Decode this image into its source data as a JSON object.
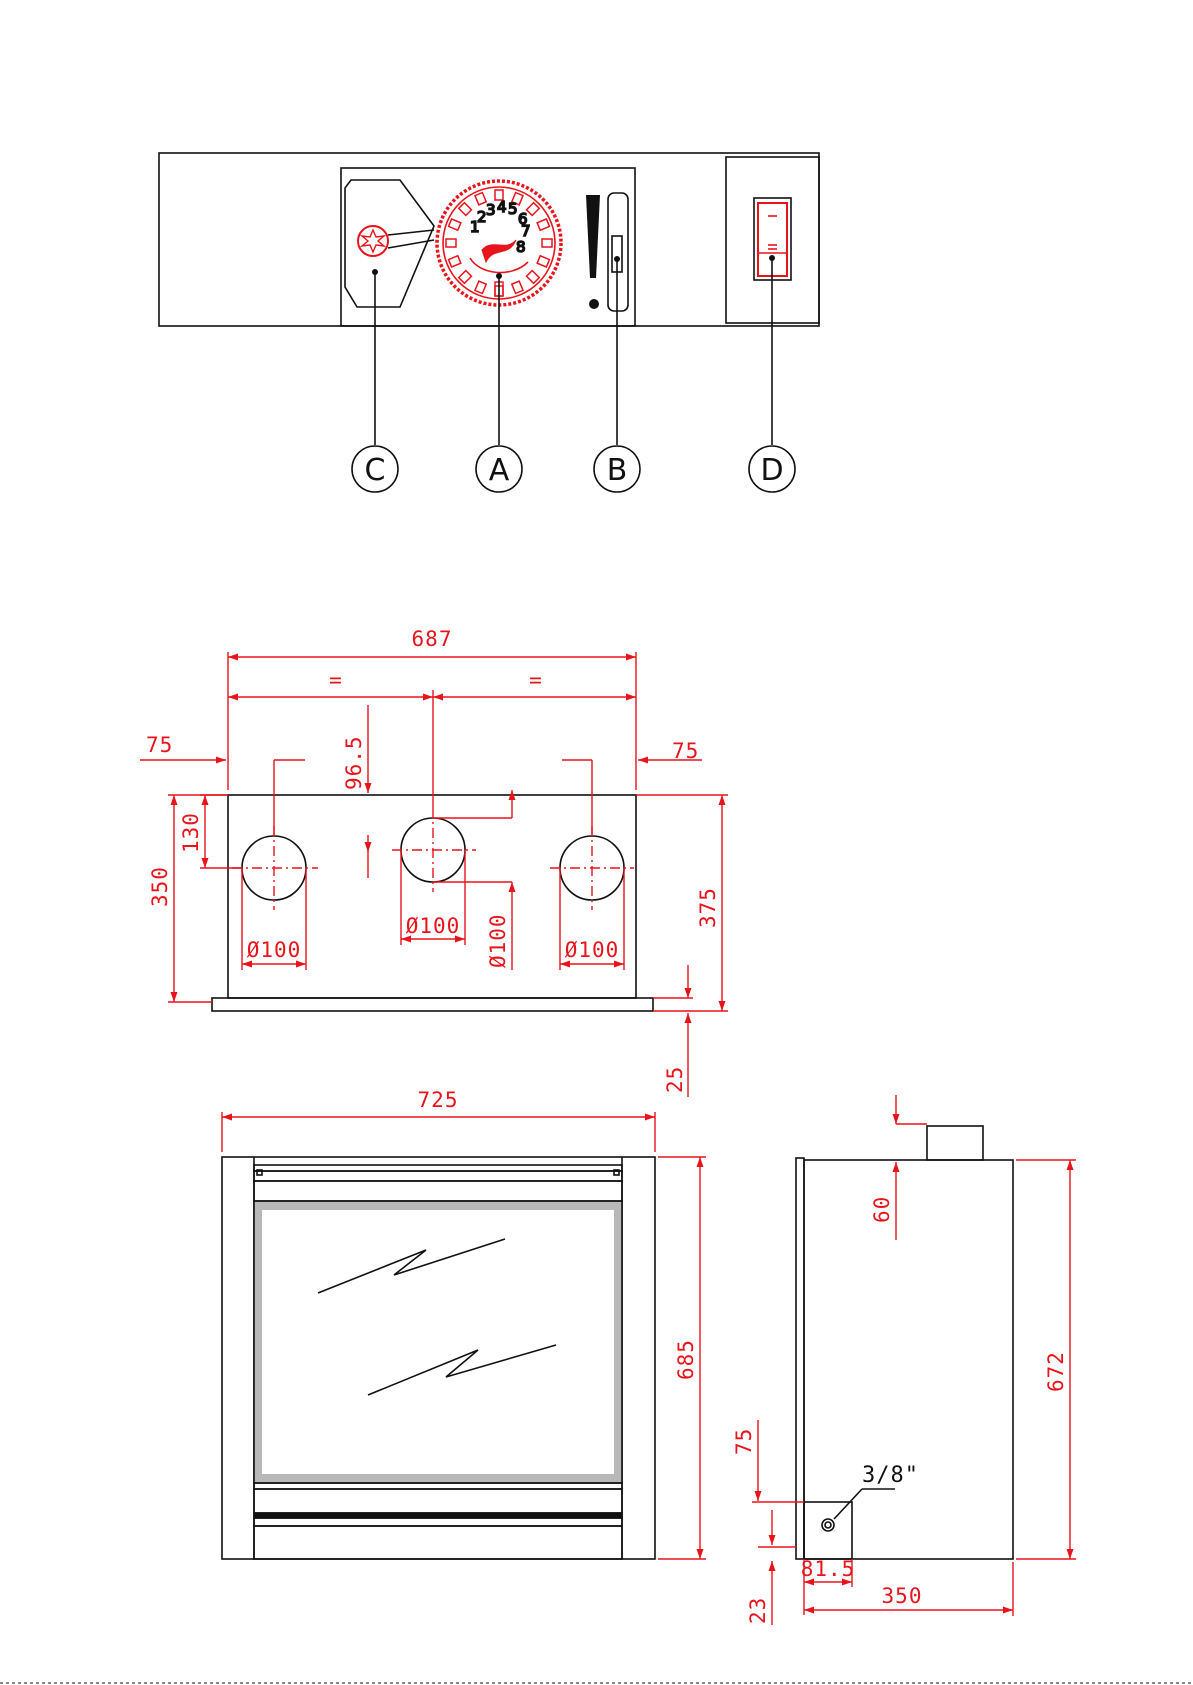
{
  "colors": {
    "dimension": "#e8141c",
    "outline": "#111111",
    "glass_frame": "#b8b8b8"
  },
  "control_panel": {
    "callouts": [
      {
        "id": "a",
        "label": "A"
      },
      {
        "id": "b",
        "label": "B"
      },
      {
        "id": "c",
        "label": "C"
      },
      {
        "id": "d",
        "label": "D"
      }
    ],
    "dial_numbers": [
      "1",
      "2",
      "3",
      "4",
      "5",
      "6",
      "7",
      "8"
    ]
  },
  "top_view": {
    "overall_width": "687",
    "equal_left": "=",
    "equal_right": "=",
    "left_offset": "75",
    "right_offset": "75",
    "center_depth": "96.5",
    "side_depth": "130",
    "total_depth": "350",
    "right_depth": "375",
    "pipe_left": "Ø100",
    "pipe_center": "Ø100",
    "pipe_center_vertical": "Ø100",
    "pipe_right": "Ø100",
    "flange": "25"
  },
  "front_view": {
    "width": "725",
    "height": "685"
  },
  "side_view": {
    "collar_height": "60",
    "height": "672",
    "gas_height": "75",
    "gas_size": "3/8\"",
    "base_offset": "23",
    "gas_offset": "81.5",
    "depth": "350"
  }
}
